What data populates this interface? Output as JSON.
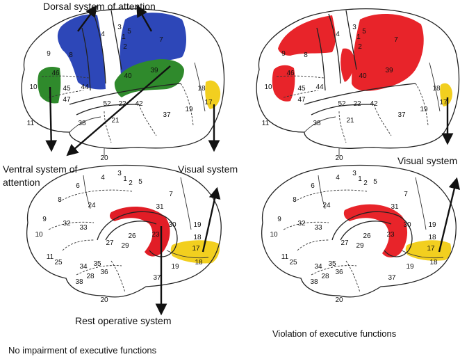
{
  "labels": {
    "dorsal": "Dorsal system of attention",
    "ventral_line1": "Ventral system of",
    "ventral_line2": "attention",
    "visual_left": "Visual system",
    "visual_right": "Visual system",
    "rest": "Rest operative system",
    "caption_left": "No impairment of executive functions",
    "caption_right": "Violation of executive functions"
  },
  "lateral_numbers": [
    "4",
    "3",
    "1",
    "2",
    "5",
    "7",
    "9",
    "8",
    "10",
    "45",
    "44",
    "46",
    "47",
    "40",
    "39",
    "52",
    "22",
    "42",
    "38",
    "21",
    "37",
    "19",
    "18",
    "17",
    "11",
    "20"
  ],
  "medial_numbers": [
    "4",
    "3",
    "1",
    "2",
    "5",
    "6",
    "7",
    "8",
    "24",
    "31",
    "9",
    "32",
    "33",
    "23",
    "10",
    "27",
    "29",
    "26",
    "30",
    "19",
    "18",
    "17",
    "11",
    "25",
    "34",
    "35",
    "28",
    "36",
    "19",
    "18",
    "38",
    "37",
    "20"
  ],
  "colors": {
    "dorsal": "#2d47b8",
    "ventral": "#2f8a2c",
    "visual": "#f2cf1f",
    "rest": "#e11d26",
    "impaired": "#e8242a"
  }
}
